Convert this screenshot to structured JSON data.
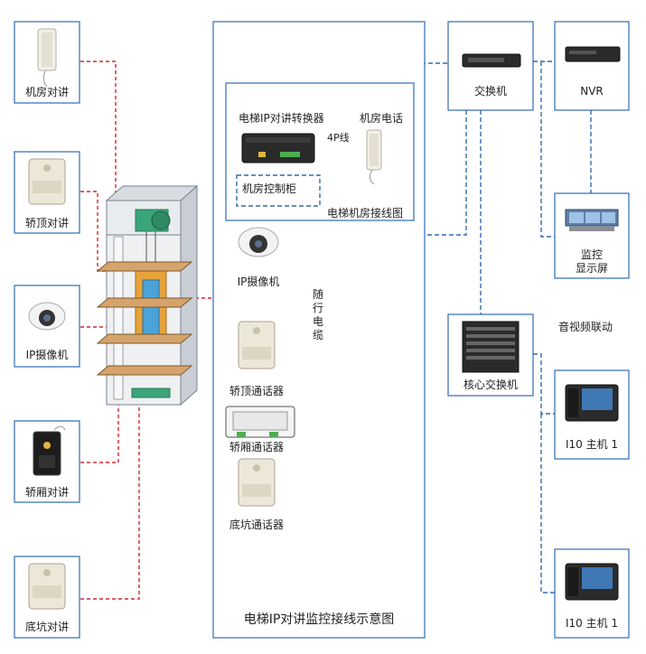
{
  "diagram": {
    "title": "电梯IP对讲监控接线示意图",
    "left_devices": {
      "machine_room_intercom": "机房对讲",
      "car_top_intercom": "轿顶对讲",
      "ip_camera": "IP摄像机",
      "car_intercom": "轿厢对讲",
      "pit_intercom": "底坑对讲"
    },
    "machine_room": {
      "converter": "电梯IP对讲转换器",
      "room_phone": "机房电话",
      "four_wire": "4P线",
      "control_cabinet": "机房控制柜",
      "wiring_label": "电梯机房接线图"
    },
    "center_devices": {
      "ip_camera": "IP摄像机",
      "travel_cable_chars": [
        "随",
        "行",
        "电",
        "缆"
      ],
      "car_top_unit": "轿顶通话器",
      "car_unit": "轿厢通话器",
      "pit_unit": "底坑通话器"
    },
    "network": {
      "switch": "交换机",
      "core_switch": "核心交换机",
      "nvr": "NVR",
      "monitor_line1": "监控",
      "monitor_line2": "显示屏",
      "av_linkage": "音视频联动",
      "host1": "I10 主机 1",
      "host2": "I10 主机 1"
    },
    "colors": {
      "frame_blue": "#2f6cb3",
      "link_red": "#d7262c",
      "cable_orange": "#e59a3a",
      "cable_green": "#6aa84f"
    }
  }
}
